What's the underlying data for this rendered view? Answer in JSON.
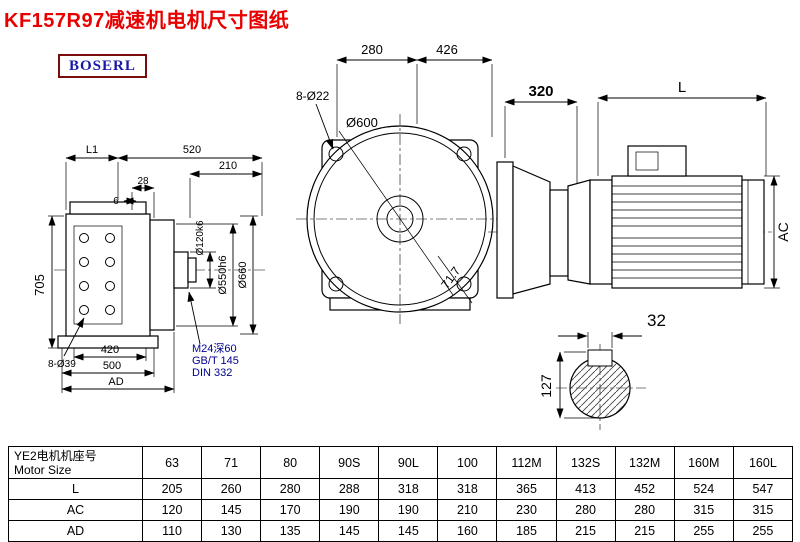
{
  "page": {
    "title": "KF157R97减速机电机尺寸图纸",
    "logo_text": "BOSERL"
  },
  "drawing": {
    "front": {
      "dim_top_left": "280",
      "dim_top_right": "426",
      "bolt_label": "8-Ø22",
      "dia_label": "Ø600",
      "angle_label": "71.7"
    },
    "motor": {
      "dim_flange": "320",
      "dim_length": "L",
      "dim_height": "AC"
    },
    "left": {
      "dim_l1": "L1",
      "dim_520": "520",
      "dim_210": "210",
      "dim_28": "28",
      "dim_6": "6",
      "dim_705": "705",
      "dia_shaft": "Ø120k6",
      "dia_spigot": "Ø550h6",
      "dia_flange": "Ø660",
      "thread_note_1": "M24深60",
      "thread_note_2": "GB/T 145",
      "thread_note_3": "DIN 332",
      "bolt_label": "8-Ø39",
      "dim_420": "420",
      "dim_500": "500",
      "dim_ad": "AD"
    },
    "shaft": {
      "dim_key_width": "32",
      "dim_key_height": "127"
    }
  },
  "table": {
    "header_cn": "YE2电机机座号",
    "header_en": "Motor Size",
    "sizes": [
      "63",
      "71",
      "80",
      "90S",
      "90L",
      "100",
      "112M",
      "132S",
      "132M",
      "160M",
      "160L"
    ],
    "rows": [
      {
        "label": "L",
        "values": [
          "205",
          "260",
          "280",
          "288",
          "318",
          "318",
          "365",
          "413",
          "452",
          "524",
          "547"
        ]
      },
      {
        "label": "AC",
        "values": [
          "120",
          "145",
          "170",
          "190",
          "190",
          "210",
          "230",
          "280",
          "280",
          "315",
          "315"
        ]
      },
      {
        "label": "AD",
        "values": [
          "110",
          "130",
          "135",
          "145",
          "145",
          "160",
          "185",
          "215",
          "215",
          "255",
          "255"
        ]
      }
    ]
  }
}
